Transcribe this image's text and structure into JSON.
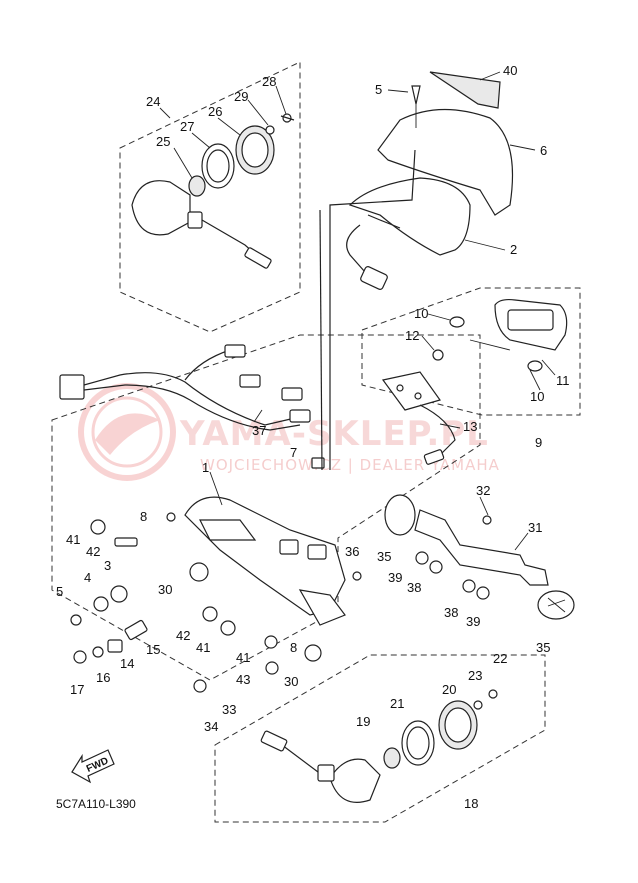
{
  "diagram_code": "5C7A110-L390",
  "fwd_label": "FWD",
  "watermark": {
    "line1": "YAMA-SKLEP.PL",
    "line2": "WOJCIECHOWICZ | DEALER YAMAHA"
  },
  "part_labels": [
    "40",
    "5",
    "6",
    "2",
    "24",
    "28",
    "29",
    "27",
    "26",
    "25",
    "10",
    "12",
    "11",
    "10",
    "9",
    "13",
    "37",
    "7",
    "1",
    "32",
    "31",
    "8",
    "41",
    "42",
    "3",
    "4",
    "5",
    "30",
    "36",
    "35",
    "39",
    "38",
    "38",
    "39",
    "35",
    "42",
    "41",
    "8",
    "15",
    "14",
    "16",
    "17",
    "41",
    "43",
    "30",
    "33",
    "34",
    "22",
    "23",
    "20",
    "21",
    "19",
    "18"
  ]
}
